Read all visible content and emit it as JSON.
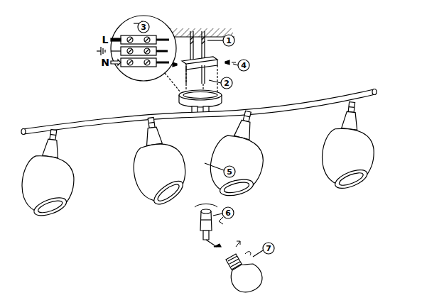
{
  "diagram": {
    "labels": [
      "3",
      "L",
      "N",
      "1",
      "4",
      "2",
      "5",
      "6",
      "7"
    ]
  }
}
